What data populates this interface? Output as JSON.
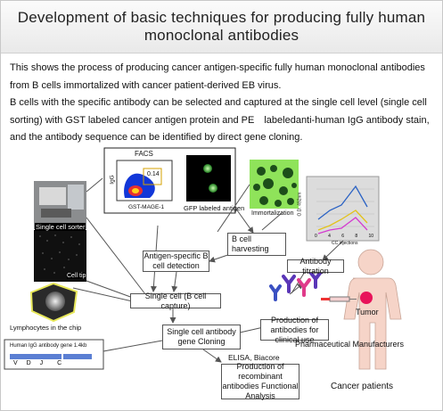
{
  "title": "Development of basic techniques for producing fully human monoclonal antibodies",
  "description": {
    "p1": "This shows the process of producing cancer antigen-specific fully human monoclonal antibodies from B cells immortalized with cancer patient-derived EB virus.",
    "p2": " B cells with the specific antibody can be selected and captured at the single cell level (single cell sorting) with GST labeled cancer antigen protein and PE　labeledanti-human IgG antibody stain, and the antibody sequence can be identified by direct gene cloning."
  },
  "diagram": {
    "facs_label": "FACS",
    "facs_gate": "0.14",
    "facs_ylabel": "IgG",
    "facs_xlabel": "GST-MAGE-1",
    "gfp_label": "GFP labeled antigen",
    "immortalization_label": "Immortalization",
    "titration_ylabel": "O.D. 492nm",
    "titration_xlabel": "CC injections",
    "titration_ticks": [
      "0",
      "4",
      "6",
      "8",
      "10"
    ],
    "single_cell_sorter": "Single cell sorter",
    "cell_tip": "Cell tip",
    "lymphocytes_chip": "Lymphocytes in the chip",
    "gene_label": "Human IgG antibody gene 1.4kb",
    "gene_segments": [
      "V",
      "D",
      "J",
      "C"
    ],
    "b_cell_harvesting": "B cell harvesting",
    "antigen_specific": "Antigen-specific B cell detection",
    "antibody_titration": "Antibody titration",
    "single_cell_capture": "Single cell (B cell capture)",
    "cloning": "Single cell antibody gene Cloning",
    "elisa": "ELISA, Biacore",
    "recombinant": "Production of recombinant antibodies Functional Analysis",
    "clinical": "Production of antibodies for clinical use",
    "tumor": "Tumor",
    "pharma": "Pharmaceutical Manufacturers",
    "cancer_patients": "Cancer patients"
  },
  "colors": {
    "header_bg": "#eeeeee",
    "arrow": "#555555",
    "facs_bg": "#111111",
    "gfp_green": "#7dff6a",
    "immortal_green": "#8fe35a",
    "figure_skin": "#f6d4c8",
    "tumor_red": "#e8135a",
    "chart_blue": "#2a62c4",
    "chart_yellow": "#e3c21a",
    "chart_magenta": "#d43ad0"
  }
}
